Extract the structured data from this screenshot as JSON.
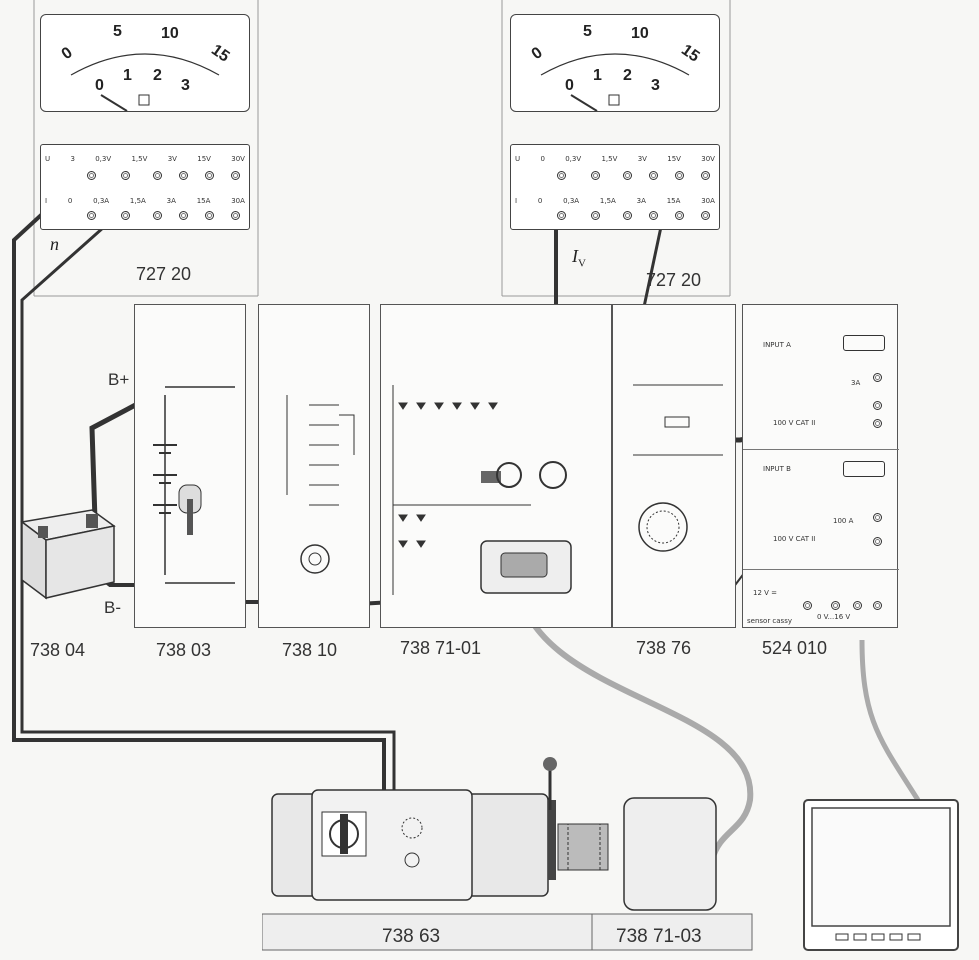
{
  "meters": {
    "left": {
      "scale_outer": [
        "0",
        "5",
        "10",
        "15"
      ],
      "scale_inner": [
        "0",
        "1",
        "2",
        "3"
      ],
      "range_top": [
        "U",
        "3",
        "0,3V",
        "1,5V",
        "3V",
        "15V",
        "30V"
      ],
      "range_bottom": [
        "I",
        "0",
        "0,3A",
        "1,5A",
        "3A",
        "15A",
        "30A"
      ],
      "symbol": "n",
      "model": "727 20"
    },
    "right": {
      "scale_outer": [
        "0",
        "5",
        "10",
        "15"
      ],
      "scale_inner": [
        "0",
        "1",
        "2",
        "3"
      ],
      "range_top": [
        "U",
        "0",
        "0,3V",
        "1,5V",
        "3V",
        "15V",
        "30V"
      ],
      "range_bottom": [
        "I",
        "0",
        "0,3A",
        "1,5A",
        "3A",
        "15A",
        "30A"
      ],
      "symbol": "I",
      "symbol_sub": "V",
      "model": "727 20"
    }
  },
  "modules": {
    "m73804": {
      "label": "738 04"
    },
    "m73803": {
      "label": "738 03",
      "bplus": "B+",
      "bminus": "B-"
    },
    "m73810": {
      "label": "738 10"
    },
    "m7387101": {
      "label": "738 71-01"
    },
    "m73876": {
      "label": "738 76"
    },
    "m524010": {
      "label": "524 010",
      "input_a": "INPUT A",
      "input_b": "INPUT B",
      "cat_a": "100 V CAT II",
      "cat_b": "100 V CAT II",
      "i_range": "3A",
      "u_100a": "100 A",
      "supply_12v": "12 V =",
      "supply_var": "0 V...16 V",
      "sensor": "sensor cassy"
    },
    "m73863": {
      "label": "738 63"
    },
    "m7387103": {
      "label": "738 71-03"
    }
  }
}
